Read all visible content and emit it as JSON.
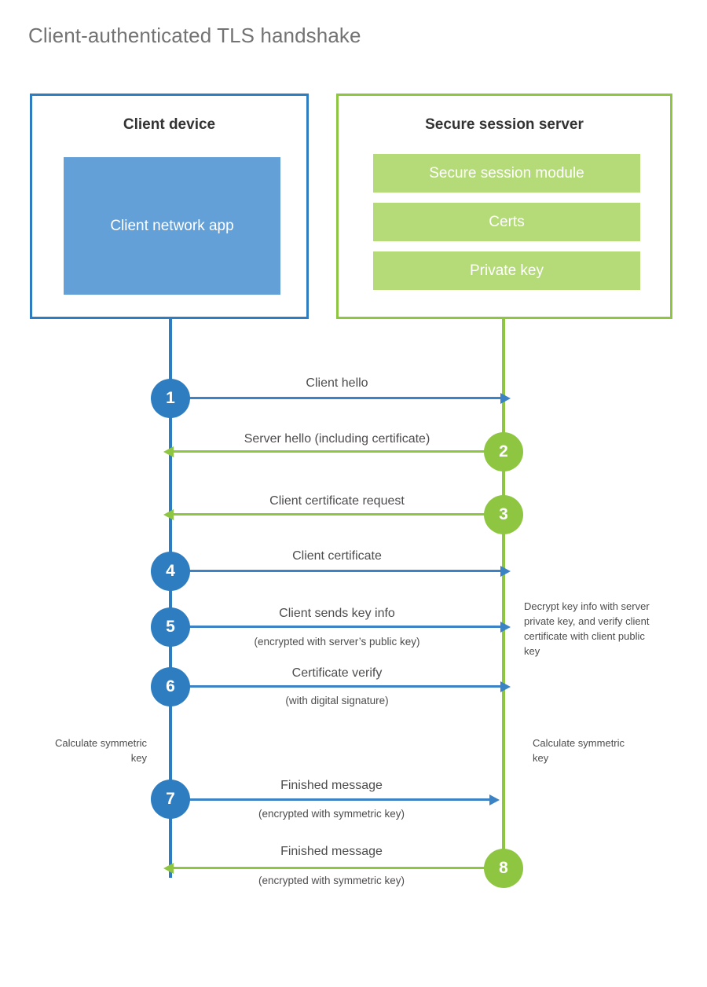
{
  "title": "Client-authenticated TLS handshake",
  "colors": {
    "client_blue": "#2d7dc0",
    "client_app_fill": "#63a0d8",
    "server_green": "#8ec641",
    "server_bar_fill": "#b5db78",
    "arrow_blue": "#3b83c4",
    "title_gray": "#737373",
    "text_gray": "#4d4d4d"
  },
  "client": {
    "title": "Client device",
    "app_label": "Client network app"
  },
  "server": {
    "title": "Secure session server",
    "bars": [
      {
        "label": "Secure session module"
      },
      {
        "label": "Certs"
      },
      {
        "label": "Private key"
      }
    ]
  },
  "notes": {
    "server_decrypt": "Decrypt key info with server private key, and verify client certificate with client public key",
    "client_calc": "Calculate symmetric key",
    "server_calc": "Calculate symmetric key"
  },
  "chart_data": {
    "type": "sequence-diagram",
    "title": "Client-authenticated TLS handshake",
    "actors": [
      "Client device",
      "Secure session server"
    ],
    "steps": [
      {
        "number": "1",
        "label": "Client hello",
        "sublabel": "",
        "direction": "client-to-server",
        "origin": "client"
      },
      {
        "number": "2",
        "label": "Server hello (including certificate)",
        "sublabel": "",
        "direction": "server-to-client",
        "origin": "server"
      },
      {
        "number": "3",
        "label": "Client certificate request",
        "sublabel": "",
        "direction": "server-to-client",
        "origin": "server"
      },
      {
        "number": "4",
        "label": "Client certificate",
        "sublabel": "",
        "direction": "client-to-server",
        "origin": "client"
      },
      {
        "number": "5",
        "label": "Client sends key info",
        "sublabel": "(encrypted with server’s public key)",
        "direction": "client-to-server",
        "origin": "client"
      },
      {
        "number": "6",
        "label": "Certificate verify",
        "sublabel": "(with digital signature)",
        "direction": "client-to-server",
        "origin": "client"
      },
      {
        "number": "7",
        "label": "Finished message",
        "sublabel": "(encrypted with symmetric key)",
        "direction": "client-to-server",
        "origin": "client"
      },
      {
        "number": "8",
        "label": "Finished message",
        "sublabel": "(encrypted with symmetric key)",
        "direction": "server-to-client",
        "origin": "server"
      }
    ]
  }
}
